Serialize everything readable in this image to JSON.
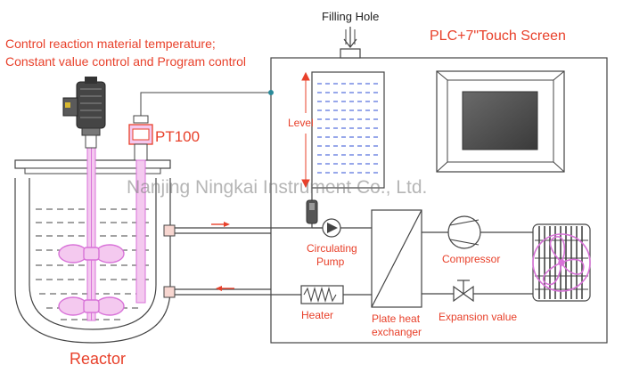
{
  "labels": {
    "filling_hole": "Filling Hole",
    "plc_touch_screen": "PLC+7\"Touch Screen",
    "control_line1": "Control reaction material temperature;",
    "control_line2": "Constant value control and Program control",
    "pt100": "PT100",
    "level": "Level",
    "watermark": "Nanjing Ningkai Instrument Co., Ltd.",
    "circulating_pump_line1": "Circulating",
    "circulating_pump_line2": "Pump",
    "compressor": "Compressor",
    "heater": "Heater",
    "plate_heat_exchanger_line1": "Plate heat",
    "plate_heat_exchanger_line2": "exchanger",
    "expansion_valve": "Expansion value",
    "reactor": "Reactor"
  },
  "colors": {
    "label_red": "#e8402a",
    "line": "#444444",
    "liquid": "#2f4fd6",
    "pink": "#d872d8",
    "motor": "#454545",
    "screen": "#555555",
    "flow_arrow": "#e8402a",
    "signal_line": "#2a8a9a"
  }
}
